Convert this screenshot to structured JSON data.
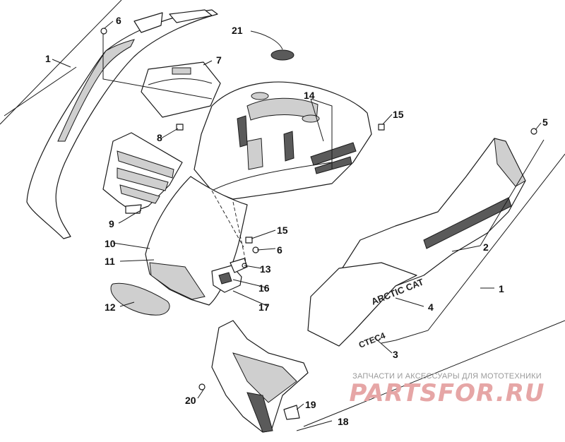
{
  "diagram": {
    "callouts": [
      {
        "id": "c21",
        "label": "21"
      },
      {
        "id": "c6a",
        "label": "6"
      },
      {
        "id": "c1a",
        "label": "1"
      },
      {
        "id": "c7",
        "label": "7"
      },
      {
        "id": "c14",
        "label": "14"
      },
      {
        "id": "c15a",
        "label": "15"
      },
      {
        "id": "c5",
        "label": "5"
      },
      {
        "id": "c8",
        "label": "8"
      },
      {
        "id": "c9",
        "label": "9"
      },
      {
        "id": "c15b",
        "label": "15"
      },
      {
        "id": "c6b",
        "label": "6"
      },
      {
        "id": "c2",
        "label": "2"
      },
      {
        "id": "c10",
        "label": "10"
      },
      {
        "id": "c11",
        "label": "11"
      },
      {
        "id": "c13",
        "label": "13"
      },
      {
        "id": "c16",
        "label": "16"
      },
      {
        "id": "c1b",
        "label": "1"
      },
      {
        "id": "c12",
        "label": "12"
      },
      {
        "id": "c17",
        "label": "17"
      },
      {
        "id": "c4",
        "label": "4"
      },
      {
        "id": "c3",
        "label": "3"
      },
      {
        "id": "c20",
        "label": "20"
      },
      {
        "id": "c19",
        "label": "19"
      },
      {
        "id": "c18",
        "label": "18"
      }
    ],
    "decals": {
      "brand": "ARCTIC CAT",
      "model": "CTEC4"
    }
  },
  "watermark": {
    "caption": "ЗАПЧАСТИ И АКСЕССУАРЫ ДЛЯ МОТОТЕХНИКИ",
    "brand": "PARTSFOR.RU"
  }
}
